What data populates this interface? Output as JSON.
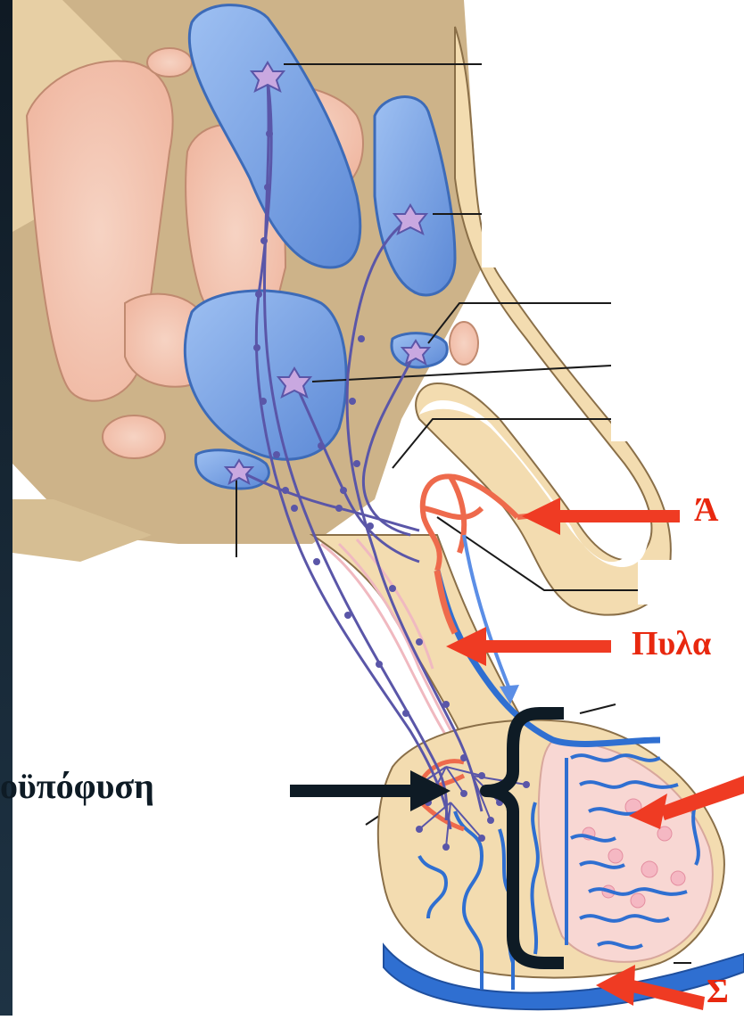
{
  "labels": {
    "arteria": "Ά",
    "pylaia": "Πυλα",
    "neurohypophysis": "οϋπόφυση",
    "sinus": "Σ"
  },
  "colors": {
    "nucleus_blue": "#6f9be0",
    "tissue_beige": "#f3dcb0",
    "tissue_tan": "#cdb389",
    "artery_red": "#ee6a4c",
    "vein_blue": "#2f6fd1",
    "neuron_purple": "#5a56a8",
    "arrow_red": "#ef3b23",
    "arrow_dark": "#0e1b25"
  }
}
